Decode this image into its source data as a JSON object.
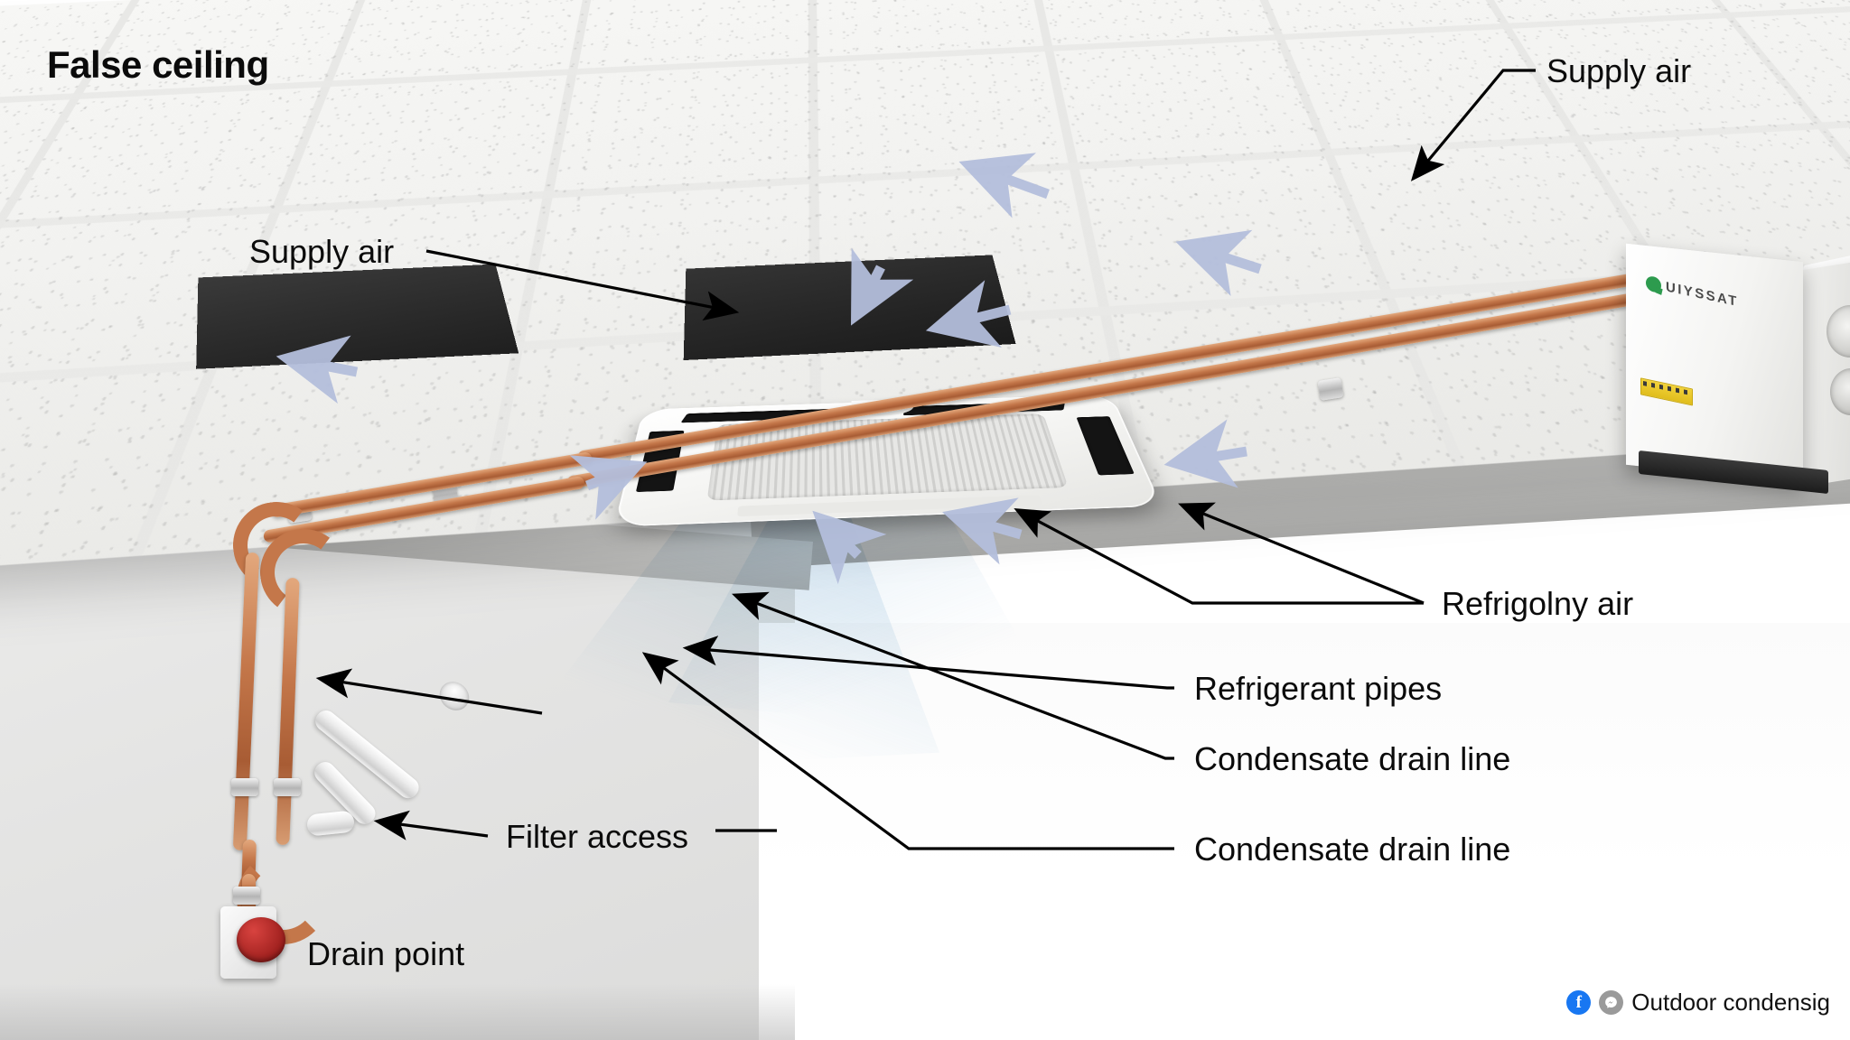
{
  "diagram": {
    "title": "False ceiling",
    "subject": "Ceiling cassette air conditioner installation cutaway"
  },
  "labels": {
    "title": "False ceiling",
    "supply_air_top_right": "Supply air",
    "supply_air_left": "Supply air",
    "refrigolny_air": "Refrigolny air",
    "refrigerant_pipes": "Refrigerant pipes",
    "condensate_drain_line_1": "Condensate drain line",
    "condensate_drain_line_2": "Condensate drain line",
    "filter_access": "Filter access",
    "drain_point": "Drain point"
  },
  "equipment": {
    "outdoor_unit_brand": "UIYSSAT",
    "outdoor_unit_logo_color": "#2d9b4e"
  },
  "watermark": {
    "facebook_glyph": "f",
    "messenger_icon": "messenger-icon",
    "text": "Outdoor condensig"
  },
  "colors": {
    "label_text": "#0b0b0b",
    "leader_line": "#000000",
    "airflow_arrow": "#b4bedc",
    "copper_pipe": "#c4774a",
    "air_plume": "#abcbe2",
    "ceiling_tile": "#f4f4f2",
    "plenum_dark": "#2c2c2c",
    "drain_knob_red": "#9d1f1d",
    "facebook_blue": "#1877F2"
  }
}
